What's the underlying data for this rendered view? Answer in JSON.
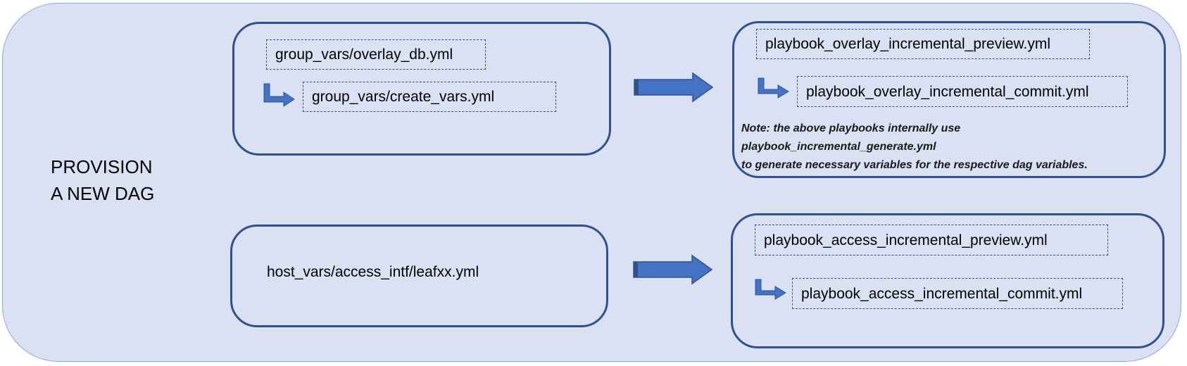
{
  "title": {
    "line1": "PROVISION",
    "line2": "A NEW DAG"
  },
  "overlay_input": {
    "primary_file": "group_vars/overlay_db.yml",
    "secondary_file": "group_vars/create_vars.yml"
  },
  "overlay_output": {
    "preview_file": "playbook_overlay_incremental_preview.yml",
    "commit_file": "playbook_overlay_incremental_commit.yml",
    "note_lines": [
      "Note: the above playbooks internally use",
      "playbook_incremental_generate.yml",
      "to generate necessary variables for the respective dag variables."
    ]
  },
  "access_input": {
    "file": "host_vars/access_intf/leafxx.yml"
  },
  "access_output": {
    "preview_file": "playbook_access_incremental_preview.yml",
    "commit_file": "playbook_access_incremental_commit.yml"
  },
  "icons": {
    "flow_arrow": "right-arrow-icon",
    "sub_step": "bent-arrow-icon"
  },
  "colors": {
    "background_panel": "#d9e1f2",
    "panel_border": "#8ea9db",
    "box_border": "#2f528f",
    "arrow_fill": "#4472c4"
  }
}
